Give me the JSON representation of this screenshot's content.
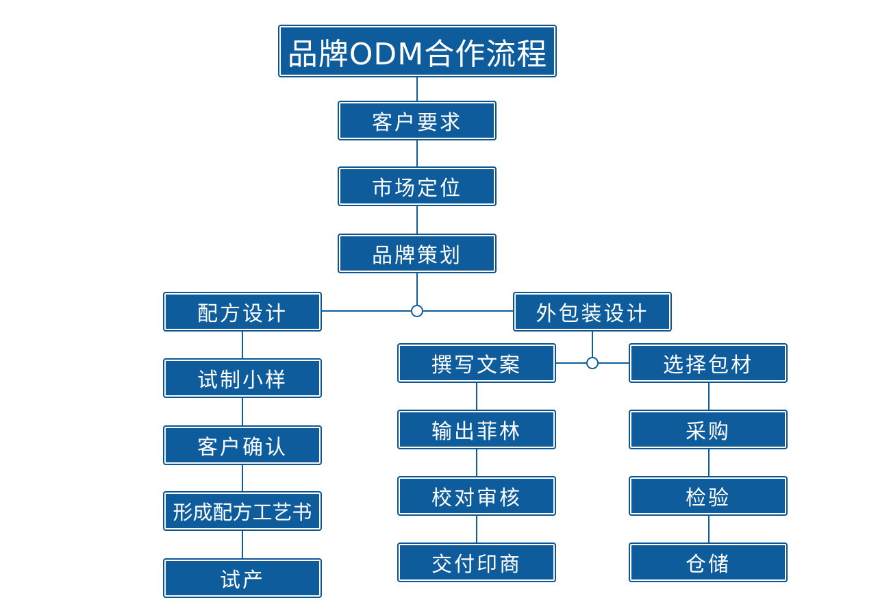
{
  "title": "品牌ODM合作流程",
  "steps": {
    "customer_requirements": "客户要求",
    "market_positioning": "市场定位",
    "brand_planning": "品牌策划",
    "formula_design": "配方设计",
    "packaging_design": "外包装设计",
    "sample_trial": "试制小样",
    "customer_confirmation": "客户确认",
    "formula_process_document": "形成配方工艺书",
    "trial_production": "试产",
    "copywriting": "撰写文案",
    "output_film": "输出菲林",
    "proofreading_review": "校对审核",
    "deliver_to_printer": "交付印商",
    "select_packaging_material": "选择包材",
    "procurement": "采购",
    "inspection": "检验",
    "warehousing": "仓储"
  },
  "colors": {
    "box_fill": "#0f5c9c",
    "connector": "#0f5c9c",
    "text": "#ffffff"
  }
}
